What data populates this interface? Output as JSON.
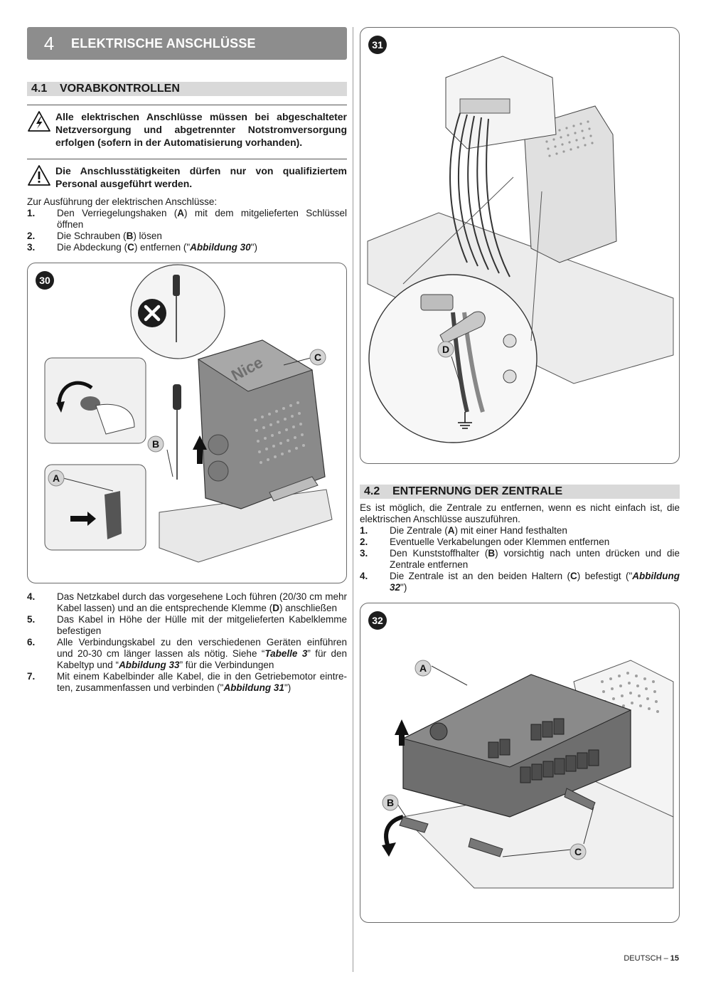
{
  "chapter": {
    "number": "4",
    "title": "ELEKTRISCHE ANSCHLÜSSE"
  },
  "section_41": {
    "number": "4.1",
    "title": "VORABKONTROLLEN",
    "warning_electric": "Alle elektrischen Anschlüsse müssen bei abgeschalteter Netzversorgung und abgetrennter Notstromversorgung erfolgen (sofern in der Automatisierung vorhanden).",
    "warning_general": "Die Anschlusstätigkeiten dürfen nur von qualifiziertem Personal ausgeführt werden.",
    "intro": "Zur Ausführung der elektrischen Anschlüsse:",
    "steps_a": [
      {
        "num": "1.",
        "pre": "Den Verriegelungshaken (",
        "ref": "A",
        "post": ") mit dem mitgelieferten Schlüssel öffnen"
      },
      {
        "num": "2.",
        "pre": "Die Schrauben (",
        "ref": "B",
        "post": ") lösen"
      },
      {
        "num": "3.",
        "pre": "Die Abdeckung (",
        "ref": "C",
        "mid": ") entfernen (\"",
        "fig": "Abbildung 30",
        "post": "\")"
      }
    ],
    "step4": {
      "num": "4.",
      "pre": "Das Netzkabel durch das vorgesehene Loch führen (20/30 cm mehr Kabel lassen) und an die entsprechende Klemme (",
      "ref": "D",
      "post": ") anschließen"
    },
    "step5": {
      "num": "5.",
      "text": "Das Kabel in Höhe der Hülle mit der mitgelieferten Kabelklemme befestigen"
    },
    "step6": {
      "num": "6.",
      "pre": "Alle Verbindungskabel zu den verschiedenen Geräten einführen und 20-30 cm länger lassen als nötig. Siehe “",
      "fig1": "Tabelle 3",
      "mid": "” für den Kabeltyp und “",
      "fig2": "Abbildung 33",
      "post": "” für die Verbindungen"
    },
    "step7": {
      "num": "7.",
      "pre": "Mit einem Kabelbinder alle Kabel, die in den Getriebemotor eintre­ten, zusammenfassen und verbinden (\"",
      "fig": "Abbildung 31",
      "post": "\")"
    }
  },
  "section_42": {
    "number": "4.2",
    "title": "ENTFERNUNG DER ZENTRALE",
    "intro": "Es ist möglich, die Zentrale zu entfernen, wenn es nicht einfach ist, die elektrischen Anschlüsse auszuführen.",
    "step1": {
      "num": "1.",
      "pre": "Die Zentrale (",
      "ref": "A",
      "post": ") mit einer Hand festhalten"
    },
    "step2": {
      "num": "2.",
      "text": "Eventuelle Verkabelungen oder Klemmen entfernen"
    },
    "step3": {
      "num": "3.",
      "pre": "Den Kunststoffhalter (",
      "ref": "B",
      "post": ") vorsichtig nach unten drücken und die Zentrale entfernen"
    },
    "step4": {
      "num": "4.",
      "pre": "Die Zentrale ist an den beiden Haltern (",
      "ref": "C",
      "mid": ") befestigt (\"",
      "fig": "Abbildung 32",
      "post": "\")"
    }
  },
  "figures": {
    "fig30": {
      "badge": "30",
      "labels": {
        "a": "A",
        "b": "B",
        "c": "C"
      },
      "brand": "Nice"
    },
    "fig31": {
      "badge": "31",
      "labels": {
        "d": "D"
      }
    },
    "fig32": {
      "badge": "32",
      "labels": {
        "a": "A",
        "b": "B",
        "c": "C"
      }
    }
  },
  "footer": {
    "lang": "DEUTSCH",
    "sep": " – ",
    "page": "15"
  }
}
